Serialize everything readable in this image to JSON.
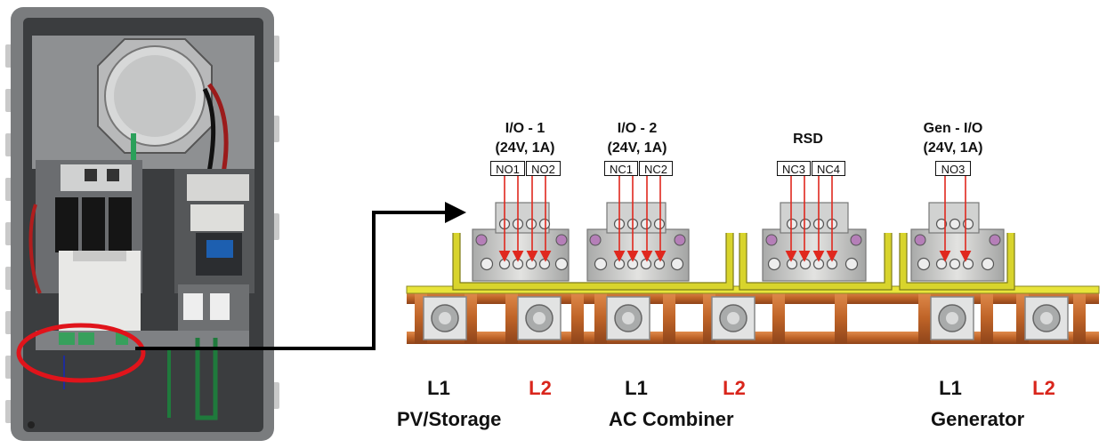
{
  "groups": [
    {
      "title": "I/O - 1",
      "rating": "(24V, 1A)",
      "pins": [
        "NO1",
        "NO2"
      ]
    },
    {
      "title": "I/O - 2",
      "rating": "(24V, 1A)",
      "pins": [
        "NC1",
        "NC2"
      ]
    },
    {
      "title": "RSD",
      "rating": "",
      "pins": [
        "NC3",
        "NC4"
      ]
    },
    {
      "title": "Gen - I/O",
      "rating": "(24V, 1A)",
      "pins": [
        "NO3"
      ]
    }
  ],
  "line_labels": [
    "L1",
    "L2",
    "L1",
    "L2",
    "L1",
    "L2"
  ],
  "section_labels": [
    "PV/Storage",
    "AC Combiner",
    "Generator"
  ],
  "colors": {
    "arrow_red": "#e0281e",
    "label_red": "#d9261c",
    "busbar_copper": "#c0672a",
    "rail_yellow": "#e8e43a",
    "enclosure_gray": "#5f6163",
    "highlight_oval": "#e0141b"
  }
}
